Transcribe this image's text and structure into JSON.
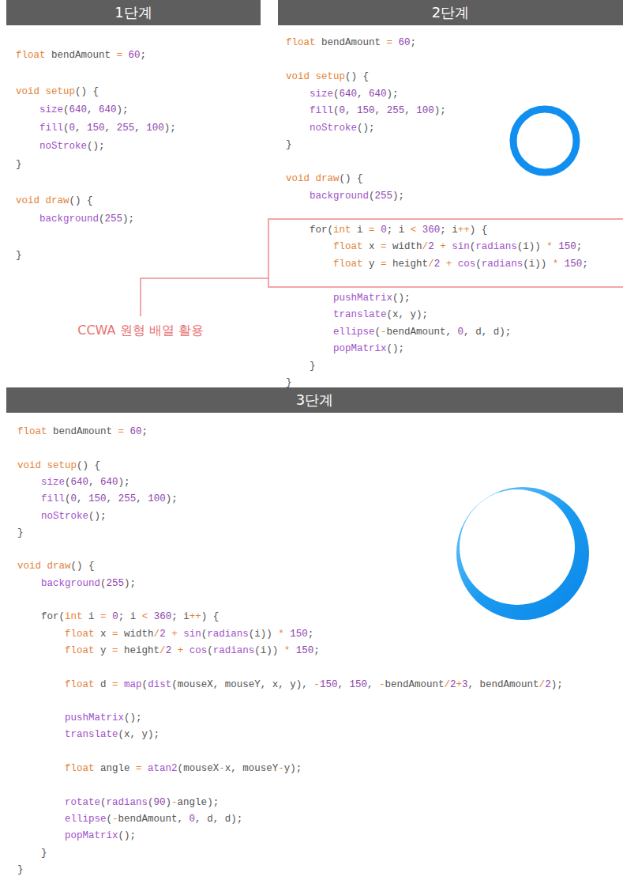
{
  "diagram": {
    "nodes": [
      {
        "text": [
          "1단계"
        ]
      },
      {
        "text": [
          "2단계"
        ]
      },
      {
        "text": [
          "3단계"
        ]
      }
    ],
    "labels": [
      "float bendAmount = 60;",
      "void setup() {",
      "size(640, 640);",
      "fill(0, 150, 255, 100);",
      "noStroke();",
      "}",
      "void draw() {",
      "background(255);",
      "}",
      "float bendAmount = 60;",
      "void setup() {",
      "size(640, 640);",
      "fill(0, 150, 255, 100);",
      "noStroke();",
      "}",
      "void draw() {",
      "background(255);",
      "for(int i = 0; i < 360; i++) {",
      "float x = width/2 + sin(radians(i)) * 150;",
      "float y = height/2 + cos(radians(i)) * 150;",
      "pushMatrix();",
      "translate(x, y);",
      "ellipse(-bendAmount, 0, d, d);",
      "popMatrix();",
      "}",
      "}",
      "CCWA 원형 배열 활용",
      "float bendAmount = 60;",
      "void setup() {",
      "size(640, 640);",
      "fill(0, 150, 255, 100);",
      "noStroke();",
      "}",
      "void draw() {",
      "background(255);",
      "for(int i = 0; i < 360; i++) {",
      "float x = width/2 + sin(radians(i)) * 150;",
      "float y = height/2 + cos(radians(i)) * 150;",
      "float d = map(dist(mouseX, mouseY, x, y), -150, 150, -bendAmount/2+3, bendAmount/2);",
      "pushMatrix();",
      "translate(x, y);",
      "float angle = atan2(mouseX-x, mouseY-y);",
      "rotate(radians(90)-angle);",
      "ellipse(-bendAmount, 0, d, d);",
      "popMatrix();",
      "}",
      "}"
    ]
  }
}
